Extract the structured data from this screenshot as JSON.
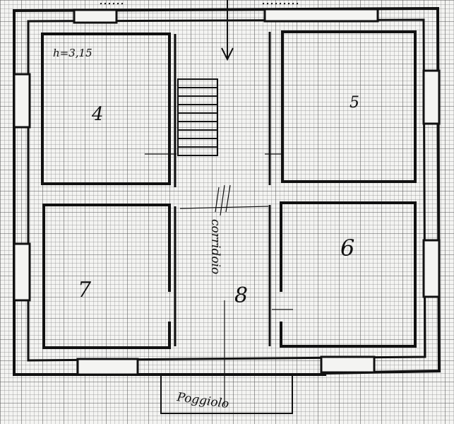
{
  "plan": {
    "top_label_left": "……",
    "top_label_right": "………",
    "height_note": "h=3,15",
    "rooms": {
      "top_left": "4",
      "top_right": "5",
      "bottom_left": "7",
      "bottom_right": "6",
      "corridor": "corridoio"
    },
    "corridor_number": "8",
    "balcony": "Poggiolo"
  },
  "colors": {
    "paper": "#f4f4f2",
    "grid": "#7a7a7a",
    "ink": "#111111"
  }
}
